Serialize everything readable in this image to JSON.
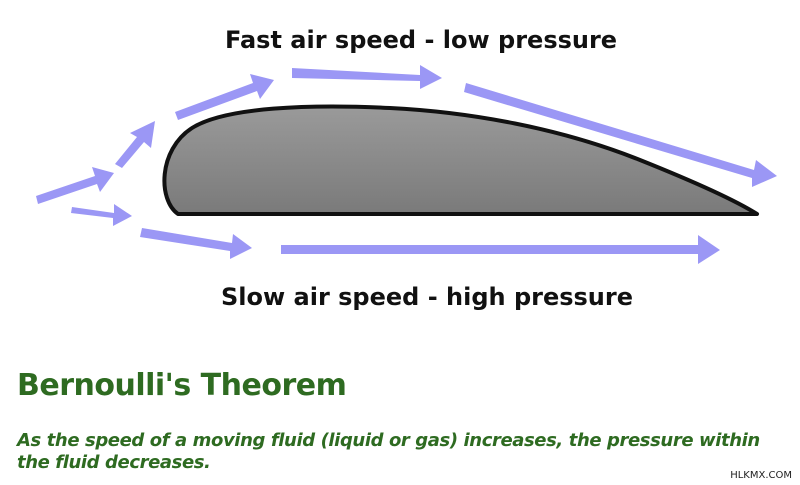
{
  "diagram": {
    "top_label": "Fast air speed - low pressure",
    "bottom_label": "Slow air speed - high pressure"
  },
  "theorem": {
    "title": "Bernoulli's Theorem",
    "description": "As the speed of a moving fluid (liquid or gas) increases, the pressure within the fluid decreases."
  },
  "watermark": "HLKMX.COM",
  "colors": {
    "arrow": "#9b97f5",
    "airfoil_fill": "#878787",
    "airfoil_stroke": "#111111",
    "title_green": "#2e6b21"
  },
  "icons": [
    "airflow-arrow",
    "airfoil-shape"
  ]
}
